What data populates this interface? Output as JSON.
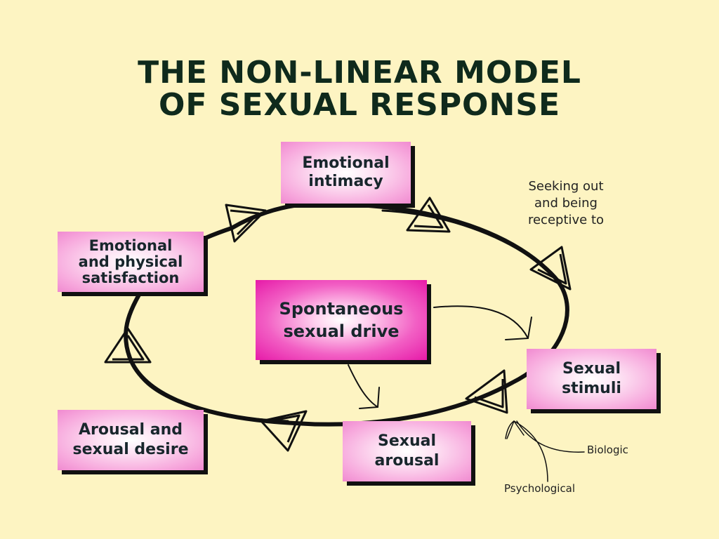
{
  "title": {
    "line1": "THE NON-LINEAR MODEL",
    "line2": "OF SEXUAL RESPONSE"
  },
  "nodes": {
    "emotional_intimacy": "Emotional\nintimacy",
    "satisfaction": "Emotional\nand physical\nsatisfaction",
    "spontaneous_drive": "Spontaneous\nsexual drive",
    "sexual_stimuli": "Sexual\nstimuli",
    "arousal_desire": "Arousal and\nsexual desire",
    "sexual_arousal": "Sexual\narousal"
  },
  "annotations": {
    "seeking": "Seeking out\nand being\nreceptive to",
    "biologic": "Biologic",
    "psychological": "Psychological"
  },
  "colors": {
    "background": "#fdf4c2",
    "title": "#0f2a1c",
    "box_pink": "#f08ad0",
    "box_magenta": "#e61aa8",
    "line": "#111111"
  }
}
